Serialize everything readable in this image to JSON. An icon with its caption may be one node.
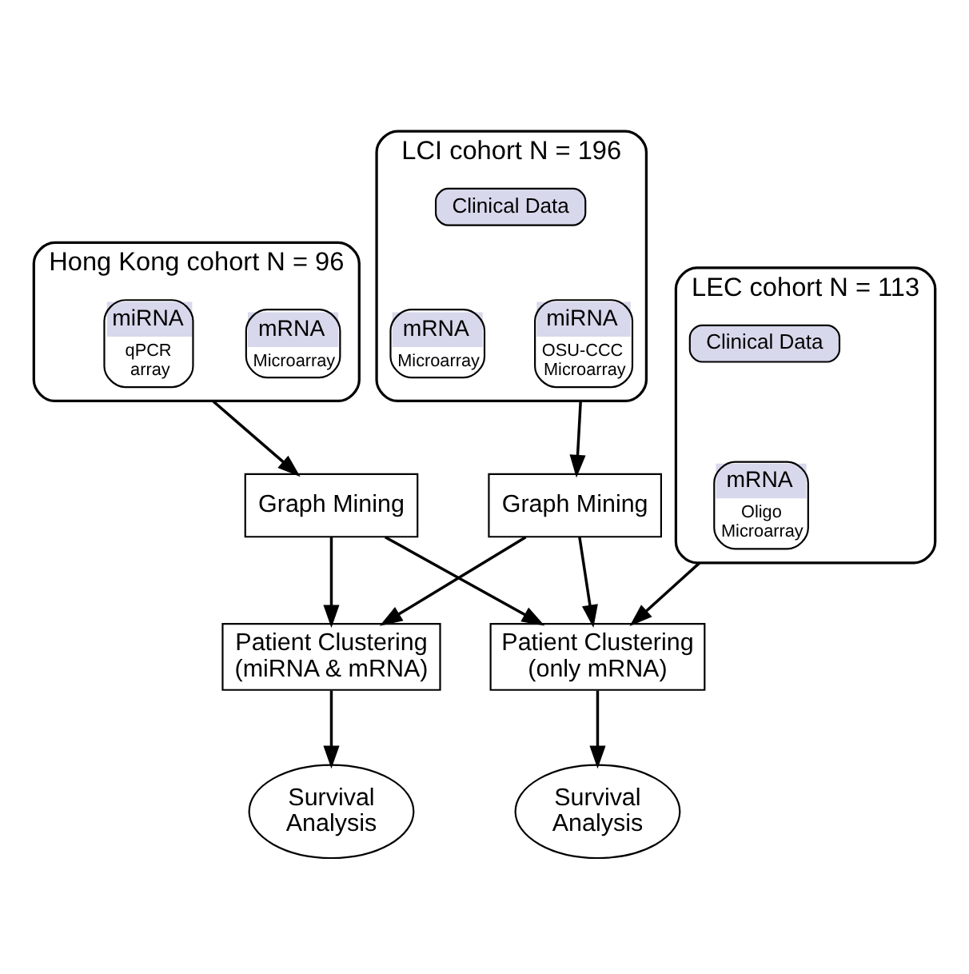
{
  "diagram": {
    "nodes": [
      {
        "text": [
          "LCI cohort N = 196"
        ]
      },
      {
        "text": [
          "Clinical Data"
        ],
        "in": 0
      },
      {
        "text": [
          "mRNA",
          "Microarray"
        ],
        "in": 0
      },
      {
        "text": [
          "miRNA",
          "OSU-CCC Microarray"
        ],
        "in": 0
      },
      {
        "text": [
          "LEC cohort N = 113"
        ]
      },
      {
        "text": [
          "Clinical Data"
        ],
        "in": 4
      },
      {
        "text": [
          "mRNA",
          "Oligo Microarray"
        ],
        "in": 4
      },
      {
        "text": [
          "Hong Kong cohort N = 96"
        ]
      },
      {
        "text": [
          "mRNA",
          "Microarray"
        ],
        "in": 7
      },
      {
        "text": [
          "miRNA",
          "qPCR array"
        ],
        "in": 7
      },
      {
        "text": [
          "Graph Mining"
        ]
      },
      {
        "text": [
          "Graph Mining"
        ]
      },
      {
        "text": [
          "Patient Clustering (miRNA & mRNA)"
        ]
      },
      {
        "text": [
          "Patient Clustering (only mRNA)"
        ]
      },
      {
        "text": [
          "Survival Analysis"
        ]
      },
      {
        "text": [
          "Survival Analysis"
        ]
      }
    ],
    "edges": [
      {
        "from": 0,
        "to": 10,
        "arrow": "to"
      },
      {
        "from": 7,
        "to": 11,
        "arrow": "to"
      },
      {
        "from": 4,
        "to": 13,
        "arrow": "to"
      },
      {
        "from": 10,
        "to": 12,
        "arrow": "to"
      },
      {
        "from": 10,
        "to": 13,
        "arrow": "to"
      },
      {
        "from": 11,
        "to": 12,
        "arrow": "to"
      },
      {
        "from": 11,
        "to": 13,
        "arrow": "to"
      },
      {
        "from": 12,
        "to": 14,
        "arrow": "to"
      },
      {
        "from": 13,
        "to": 15,
        "arrow": "to"
      }
    ]
  }
}
